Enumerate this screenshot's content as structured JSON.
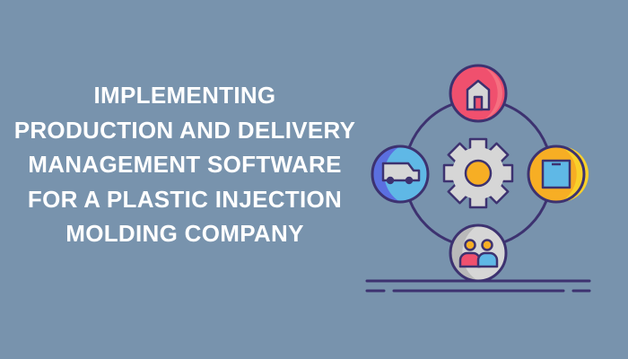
{
  "title": {
    "lines": [
      "IMPLEMENTING",
      "PRODUCTION AND DELIVERY",
      "MANAGEMENT SOFTWARE",
      "FOR A PLASTIC INJECTION",
      "MOLDING COMPANY"
    ]
  },
  "colors": {
    "background": "#7893ad",
    "outline": "#3d3270",
    "pink": "#f0506e",
    "blue": "#5fb8e6",
    "orange": "#f7ae24",
    "gray": "#d6d6d6"
  },
  "icons": [
    "gear-icon",
    "house-icon",
    "truck-icon",
    "box-icon",
    "people-icon"
  ]
}
